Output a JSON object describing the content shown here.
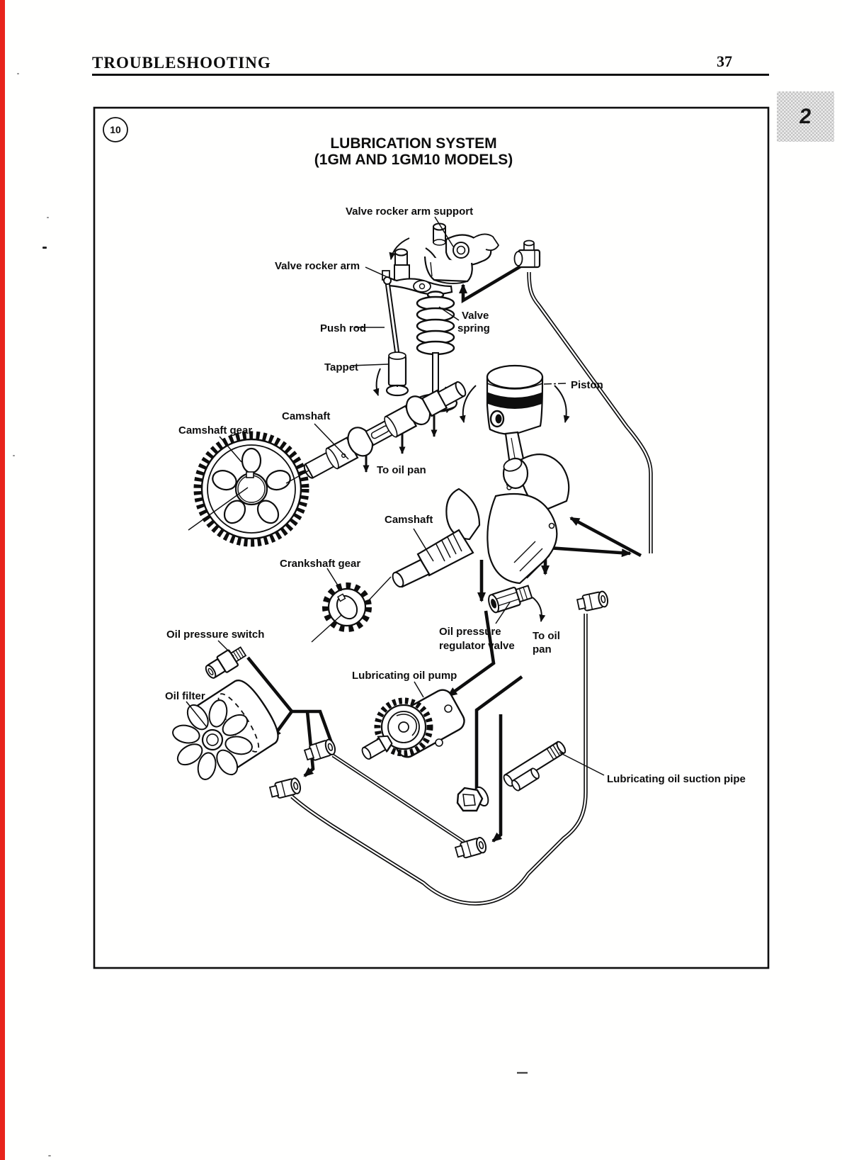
{
  "header": {
    "section_title": "TROUBLESHOOTING",
    "page_number": "37",
    "chapter_tab": "2"
  },
  "figure": {
    "number": "10",
    "title_line1": "LUBRICATION SYSTEM",
    "title_line2": "(1GM AND 1GM10 MODELS)",
    "labels": {
      "valve_rocker_arm_support": "Valve rocker arm support",
      "valve_rocker_arm": "Valve rocker arm",
      "push_rod": "Push rod",
      "valve_spring_l1": "Valve",
      "valve_spring_l2": "spring",
      "tappet": "Tappet",
      "camshaft_upper": "Camshaft",
      "camshaft_gear": "Camshaft gear",
      "to_oil_pan_upper": "To oil pan",
      "piston": "Piston",
      "camshaft_lower": "Camshaft",
      "crankshaft_gear": "Crankshaft gear",
      "oil_pressure_switch": "Oil pressure switch",
      "oil_pressure_regulator_l1": "Oil pressure",
      "oil_pressure_regulator_l2": "regulator valve",
      "to_oil_pan_lower_l1": "To oil",
      "to_oil_pan_lower_l2": "pan",
      "oil_filter": "Oil filter",
      "lubricating_oil_pump": "Lubricating oil pump",
      "lubricating_oil_suction_pipe": "Lubricating oil suction pipe"
    }
  },
  "footer": {
    "mark": ""
  },
  "colors": {
    "edge_strip": "#e8241c",
    "tab_background": "#c3c3c3",
    "ink": "#0e0e0e"
  }
}
